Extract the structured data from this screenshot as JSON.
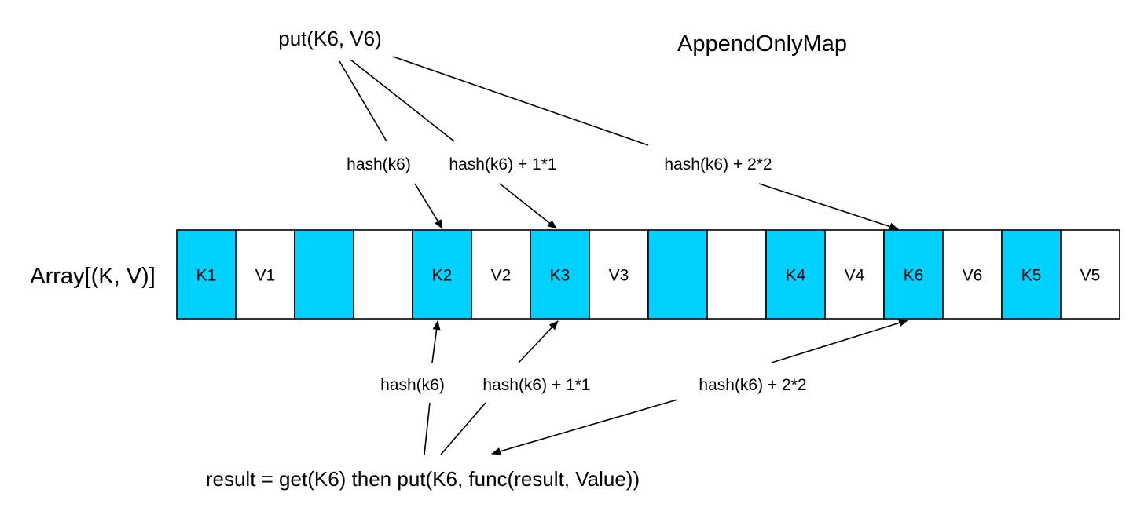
{
  "title": "AppendOnlyMap",
  "array_label": "Array[(K, V)]",
  "put_label": "put(K6, V6)",
  "get_label": "result = get(K6) then put(K6, func(result, Value))",
  "colors": {
    "key_fill": "#00d1ff",
    "value_fill": "#ffffff",
    "stroke": "#000000"
  },
  "cells": [
    {
      "label": "K1",
      "kind": "key"
    },
    {
      "label": "V1",
      "kind": "value"
    },
    {
      "label": "",
      "kind": "key"
    },
    {
      "label": "",
      "kind": "value"
    },
    {
      "label": "K2",
      "kind": "key"
    },
    {
      "label": "V2",
      "kind": "value"
    },
    {
      "label": "K3",
      "kind": "key"
    },
    {
      "label": "V3",
      "kind": "value"
    },
    {
      "label": "",
      "kind": "key"
    },
    {
      "label": "",
      "kind": "value"
    },
    {
      "label": "K4",
      "kind": "key"
    },
    {
      "label": "V4",
      "kind": "value"
    },
    {
      "label": "K6",
      "kind": "key"
    },
    {
      "label": "V6",
      "kind": "value"
    },
    {
      "label": "K5",
      "kind": "key"
    },
    {
      "label": "V5",
      "kind": "value"
    }
  ],
  "top_probes": [
    {
      "label": "hash(k6)",
      "target": "K2"
    },
    {
      "label": "hash(k6) + 1*1",
      "target": "K3"
    },
    {
      "label": "hash(k6) + 2*2",
      "target": "K6"
    }
  ],
  "bottom_probes": [
    {
      "label": "hash(k6)",
      "target": "K2"
    },
    {
      "label": "hash(k6) + 1*1",
      "target": "K3"
    },
    {
      "label": "hash(k6) + 2*2",
      "target": "K6"
    }
  ]
}
